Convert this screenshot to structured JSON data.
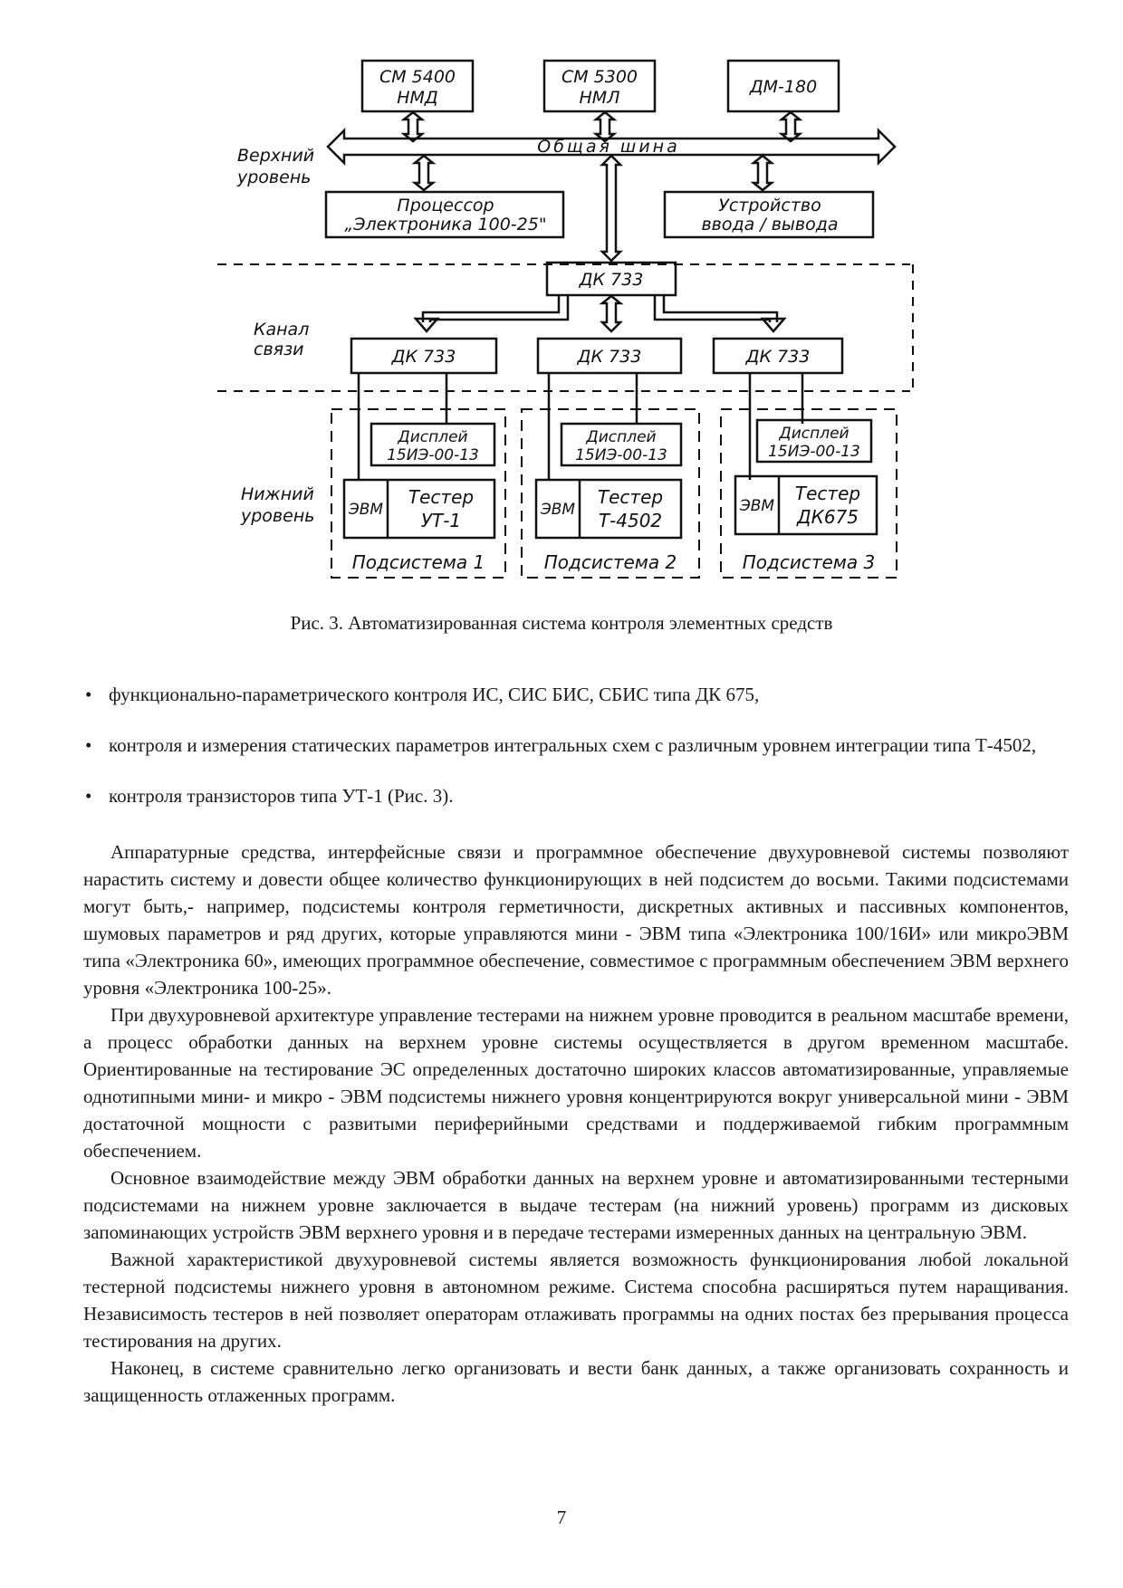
{
  "figure": {
    "blocks": {
      "cm5400": [
        "СМ 5400",
        "НМД"
      ],
      "cm5300": [
        "СМ 5300",
        "НМЛ"
      ],
      "dm180": "ДМ-180",
      "bus": "Общая шина",
      "processor": [
        "Процессор",
        "„Электроника 100-25\""
      ],
      "io_device": [
        "Устройство",
        "ввода / вывода"
      ],
      "dk733_top": "ДК 733",
      "dk733_1": "ДК 733",
      "dk733_2": "ДК 733",
      "dk733_3": "ДК 733"
    },
    "levels": {
      "upper": [
        "Верхний",
        "уровень"
      ],
      "channel": [
        "Канал",
        "связи"
      ],
      "lower": [
        "Нижний",
        "уровень"
      ]
    },
    "subsystems": [
      {
        "display": [
          "Дисплей",
          "15ИЭ-00-13"
        ],
        "computer": "ЭВМ",
        "tester": [
          "Тестер",
          "УТ-1"
        ],
        "label": "Подсистема 1"
      },
      {
        "display": [
          "Дисплей",
          "15ИЭ-00-13"
        ],
        "computer": "ЭВМ",
        "tester": [
          "Тестер",
          "Т-4502"
        ],
        "label": "Подсистема 2"
      },
      {
        "display": [
          "Дисплей",
          "15ИЭ-00-13"
        ],
        "computer": "ЭВМ",
        "tester": [
          "Тестер",
          "ДК675"
        ],
        "label": "Подсистема 3"
      }
    ]
  },
  "caption": "Рис. 3. Автоматизированная система контроля элементных средств",
  "bullet_marker": "•",
  "bullets": [
    "функционально-параметрического контроля ИС, СИС БИС, СБИС типа ДК 675,",
    "контроля и измерения статических параметров интегральных схем с различным уровнем интеграции типа Т-4502,",
    "контроля транзисторов типа УТ-1 (Рис. 3)."
  ],
  "paragraphs": [
    "Аппаратурные средства, интерфейсные связи и программное обеспечение двухуровневой системы позволяют нарастить систему и довести общее количество функционирующих в ней подсистем до восьми. Такими подсистемами могут быть,- например, подсистемы контроля герметичности, дискретных активных и пассивных компонентов, шумовых параметров и ряд других, которые управляются мини - ЭВМ типа «Электроника 100/16И» или микроЭВМ типа «Электроника 60», имеющих программное обеспечение, совместимое с программным обеспечением ЭВМ верхнего уровня «Электроника 100-25».",
    "При двухуровневой архитектуре управление тестерами на нижнем уровне проводится в реальном масштабе времени, а процесс обработки данных на верхнем уровне системы осуществляется в другом временном масштабе. Ориентированные на тестирование ЭС определенных достаточно широких классов автоматизированные, управляемые однотипными мини- и микро - ЭВМ подсистемы нижнего уровня концентрируются вокруг универсальной мини - ЭВМ достаточной мощности с развитыми периферийными средствами и поддерживаемой гибким программным обеспечением.",
    "Основное взаимодействие между ЭВМ обработки данных на верхнем уровне и автоматизированными тестерными подсистемами на нижнем уровне заключается в выдаче тестерам (на нижний уровень) программ из дисковых запоминающих устройств ЭВМ верхнего уровня и в передаче тестерами измеренных данных на центральную ЭВМ.",
    "Важной характеристикой двухуровневой системы является возможность функционирования любой локальной тестерной подсистемы нижнего уровня в автономном режиме. Система способна расширяться путем наращивания. Независимость тестеров в ней позволяет операторам отлаживать программы на одних постах без прерывания процесса тестирования на других.",
    "Наконец, в системе сравнительно легко организовать и вести банк данных, а также организовать сохранность и защищенность отлаженных программ."
  ],
  "page_number": "7"
}
